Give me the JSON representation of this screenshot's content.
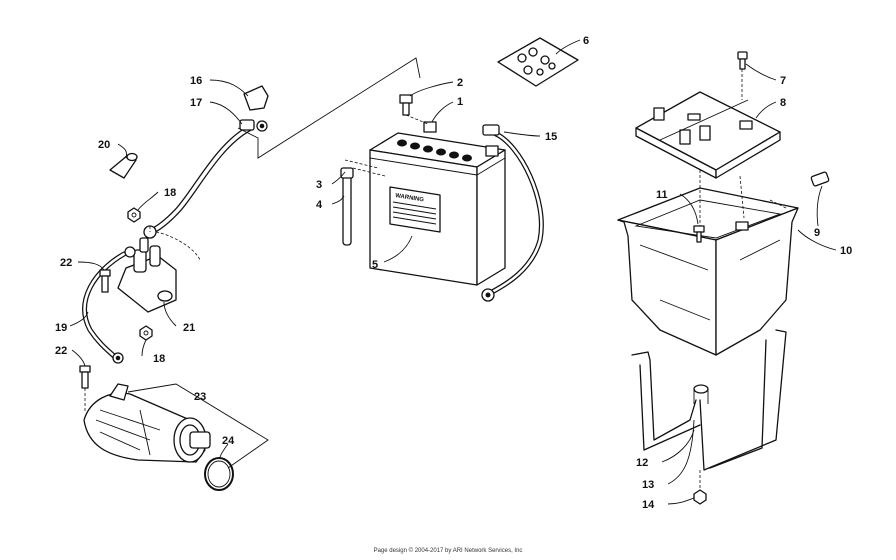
{
  "diagram": {
    "callouts": [
      {
        "id": "c1",
        "label": "1"
      },
      {
        "id": "c2",
        "label": "2"
      },
      {
        "id": "c3",
        "label": "3"
      },
      {
        "id": "c4",
        "label": "4"
      },
      {
        "id": "c5",
        "label": "5"
      },
      {
        "id": "c6",
        "label": "6"
      },
      {
        "id": "c7",
        "label": "7"
      },
      {
        "id": "c8",
        "label": "8"
      },
      {
        "id": "c9",
        "label": "9"
      },
      {
        "id": "c10",
        "label": "10"
      },
      {
        "id": "c11",
        "label": "11"
      },
      {
        "id": "c12",
        "label": "12"
      },
      {
        "id": "c13",
        "label": "13"
      },
      {
        "id": "c14",
        "label": "14"
      },
      {
        "id": "c15",
        "label": "15"
      },
      {
        "id": "c16",
        "label": "16"
      },
      {
        "id": "c17",
        "label": "17"
      },
      {
        "id": "c18a",
        "label": "18"
      },
      {
        "id": "c18b",
        "label": "18"
      },
      {
        "id": "c19",
        "label": "19"
      },
      {
        "id": "c20",
        "label": "20"
      },
      {
        "id": "c21",
        "label": "21"
      },
      {
        "id": "c22a",
        "label": "22"
      },
      {
        "id": "c22b",
        "label": "22"
      },
      {
        "id": "c23",
        "label": "23"
      },
      {
        "id": "c24",
        "label": "24"
      }
    ],
    "battery_label": "WARNING"
  },
  "footer": {
    "text": "Page design © 2004-2017 by ARI Network Services, Inc"
  }
}
